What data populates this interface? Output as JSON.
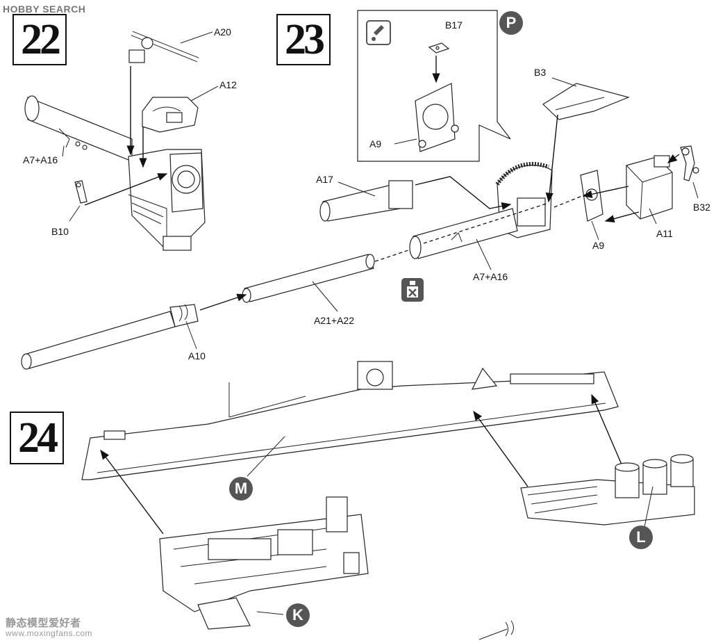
{
  "watermarks": {
    "top": "HOBBY SEARCH",
    "bottom_cn": "静态模型爱好者",
    "bottom_url": "www.moxingfans.com"
  },
  "steps": [
    {
      "number": "22"
    },
    {
      "number": "23"
    },
    {
      "number": "24"
    }
  ],
  "part_labels": {
    "a20": "A20",
    "a12": "A12",
    "a7_a16_left": "A7+A16",
    "b10": "B10",
    "b17": "B17",
    "a9_inset": "A9",
    "b3": "B3",
    "a17": "A17",
    "b32": "B32",
    "a11": "A11",
    "a9": "A9",
    "a7_a16_right": "A7+A16",
    "a21_a22": "A21+A22",
    "a10": "A10"
  },
  "assembly_badges": {
    "p": "P",
    "m": "M",
    "l": "L",
    "k": "K"
  },
  "icons": {
    "inset_icon": "cement-icon",
    "no_glue_icon": "no-cement-icon"
  }
}
